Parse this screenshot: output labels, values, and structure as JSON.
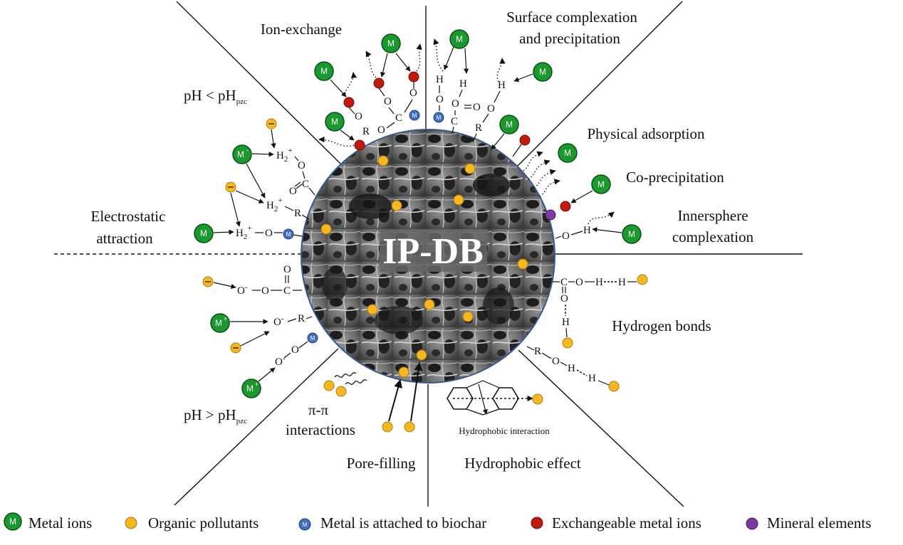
{
  "center_label": "IP-DB",
  "mechanisms": {
    "ion_exchange": "Ion-exchange",
    "surface_complexation_line1": "Surface complexation",
    "surface_complexation_line2": "and precipitation",
    "physical_adsorption": "Physical adsorption",
    "co_precipitation": "Co-precipitation",
    "innersphere_line1": "Innersphere",
    "innersphere_line2": "complexation",
    "electrostatic_line1": "Electrostatic",
    "electrostatic_line2": "attraction",
    "hydrogen_bonds": "Hydrogen bonds",
    "pi_pi_line1": "π-π",
    "pi_pi_line2": "interactions",
    "pore_filling": "Pore-filling",
    "hydrophobic_effect": "Hydrophobic effect",
    "hydrophobic_interaction": "Hydrophobic interaction"
  },
  "ph_conditions": {
    "low_main": "pH < pH",
    "low_sub": "pzc",
    "high_main": "pH > pH",
    "high_sub": "pzc"
  },
  "chem": {
    "M": "M",
    "M_minus": "M",
    "M_plus": "M",
    "minus_sign": "-",
    "plus_sign": "+",
    "small_M": "M",
    "H": "H",
    "O": "O",
    "C": "C",
    "R": "R",
    "H2": "H",
    "two": "2",
    "O_minus": "O",
    "double_O": "O",
    "double_C": "C"
  },
  "legend": {
    "metal_ions": "Metal ions",
    "organic_pollutants": "Organic pollutants",
    "metal_attached": "Metal is attached to biochar",
    "exchangeable": "Exchangeable metal ions",
    "mineral": "Mineral elements"
  },
  "colors": {
    "metal": "#1a9a2e",
    "organic": "#f7b81e",
    "attached": "#3f6fc0",
    "exchangeable": "#c21a0e",
    "mineral": "#7d3aa6"
  }
}
